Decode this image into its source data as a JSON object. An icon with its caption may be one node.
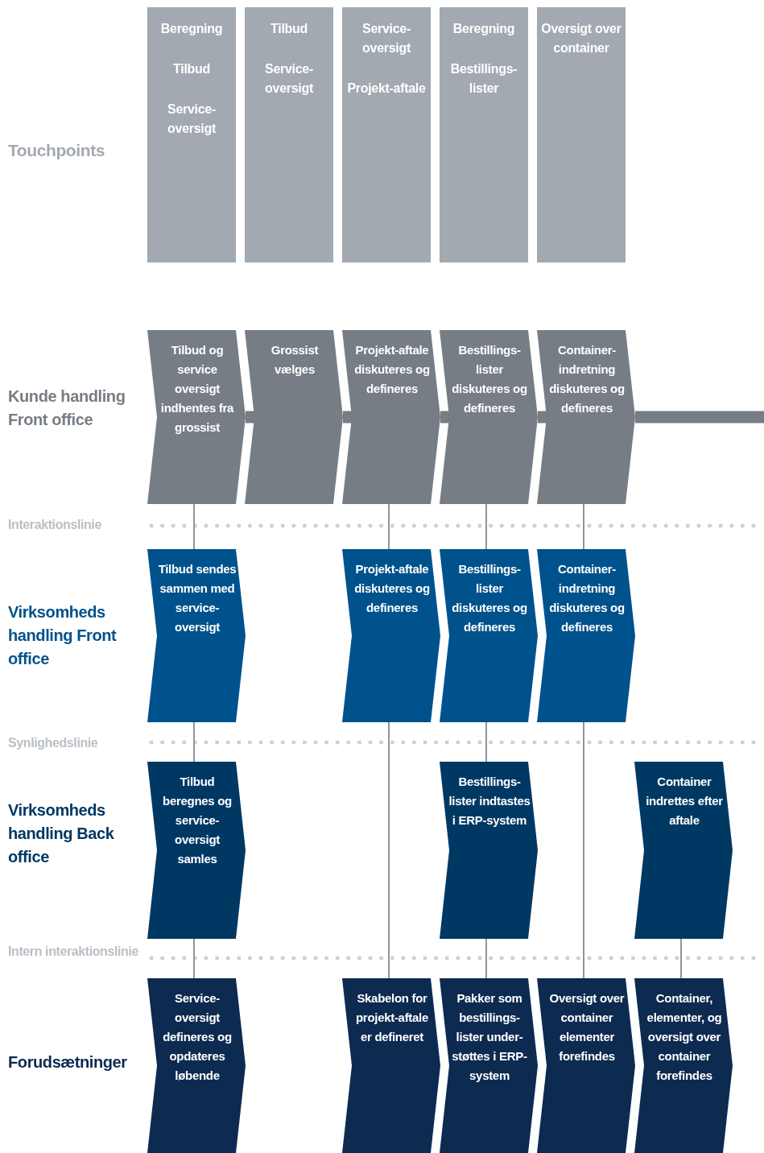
{
  "diagram": {
    "nodes": [
      {
        "text": [
          "Beregning",
          "Tilbud",
          "Service-oversigt"
        ]
      },
      {
        "text": [
          "Tilbud",
          "Service-oversigt"
        ]
      },
      {
        "text": [
          "Service-oversigt",
          "Projekt-aftale"
        ]
      },
      {
        "text": [
          "Beregning",
          "Bestillings-lister"
        ]
      },
      {
        "text": [
          "Oversigt over container"
        ]
      },
      {
        "text": [
          "Tilbud og service oversigt indhentes fra grossist"
        ]
      },
      {
        "text": [
          "Grossist vælges"
        ]
      },
      {
        "text": [
          "Projekt-aftale diskuteres og defineres"
        ]
      },
      {
        "text": [
          "Bestillings-lister diskuteres og defineres"
        ]
      },
      {
        "text": [
          "Container-indretning diskuteres og defineres"
        ]
      },
      {
        "text": [
          "Tilbud sendes sammen med service-oversigt"
        ]
      },
      {
        "text": [
          "Projekt-aftale diskuteres og defineres"
        ]
      },
      {
        "text": [
          "Bestillings-lister diskuteres og defineres"
        ]
      },
      {
        "text": [
          "Container-indretning diskuteres og defineres"
        ]
      },
      {
        "text": [
          "Tilbud beregnes og service-oversigt samles"
        ]
      },
      {
        "text": [
          "Bestillings-lister indtastes i ERP-system"
        ]
      },
      {
        "text": [
          "Container indrettes efter aftale"
        ]
      },
      {
        "text": [
          "Service-oversigt defineres og opdateres løbende"
        ]
      },
      {
        "text": [
          "Skabelon for projekt-aftale er defineret"
        ]
      },
      {
        "text": [
          "Pakker som bestillings-lister under-støttes i ERP-system"
        ]
      },
      {
        "text": [
          "Oversigt over container elementer forefindes"
        ]
      },
      {
        "text": [
          "Container, elementer, og oversigt over container forefindes"
        ]
      }
    ],
    "edges": [
      {
        "from": 5,
        "to": 6,
        "arrow": "none",
        "style": "thick",
        "color": "#767d84"
      },
      {
        "from": 6,
        "to": 7,
        "arrow": "none",
        "style": "thick",
        "color": "#767d84"
      },
      {
        "from": 7,
        "to": 8,
        "arrow": "none",
        "style": "thick",
        "color": "#767d84"
      },
      {
        "from": 8,
        "to": 9,
        "arrow": "none",
        "style": "thick",
        "color": "#767d84"
      },
      {
        "from": 9,
        "to": null,
        "arrow": "none",
        "style": "thick",
        "color": "#767d84"
      },
      {
        "from": 5,
        "to": 10,
        "arrow": "none"
      },
      {
        "from": 10,
        "to": 14,
        "arrow": "none"
      },
      {
        "from": 14,
        "to": 17,
        "arrow": "none"
      },
      {
        "from": 7,
        "to": 11,
        "arrow": "none"
      },
      {
        "from": 11,
        "to": 18,
        "arrow": "none"
      },
      {
        "from": 8,
        "to": 12,
        "arrow": "none"
      },
      {
        "from": 12,
        "to": 15,
        "arrow": "none"
      },
      {
        "from": 15,
        "to": 19,
        "arrow": "none"
      },
      {
        "from": 9,
        "to": 13,
        "arrow": "none"
      },
      {
        "from": 13,
        "to": 20,
        "arrow": "none"
      },
      {
        "from": 16,
        "to": 21,
        "arrow": "none"
      }
    ],
    "labels": [
      "Touchpoints",
      "Kunde handling Front office",
      "Interaktionslinie",
      "Virksomheds handling Front office",
      "Synlighedslinie",
      "Virksomheds handling Back office",
      "Intern interaktionslinie",
      "Forudsætninger"
    ]
  }
}
